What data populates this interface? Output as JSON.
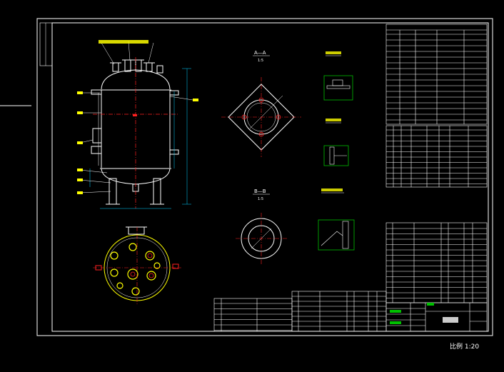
{
  "drawing": {
    "section_aa": "A—A",
    "section_bb": "B—B",
    "scale_text": "比例 1:20",
    "view_sub": "1:5"
  },
  "colors": {
    "background": "#000000",
    "line": "#ffffff",
    "centerline": "#ff2020",
    "accent_green": "#00c000",
    "accent_yellow": "#ffff00",
    "dimension_cyan": "#00d0ff"
  }
}
